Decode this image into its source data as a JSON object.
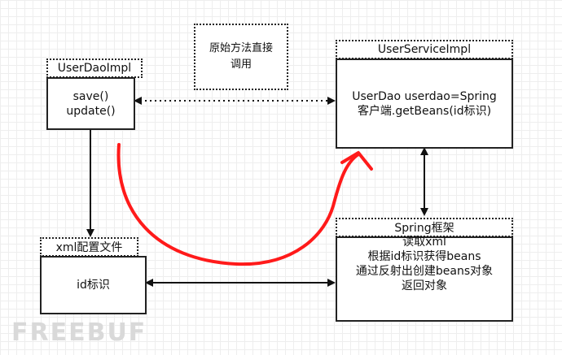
{
  "user_dao": {
    "title": "UserDaoImpl",
    "methods": [
      "save()",
      "update()"
    ]
  },
  "user_service": {
    "title": "UserServiceImpl",
    "line1": "UserDao userdao=Spring",
    "line2": "客户端.getBeans(id标识)"
  },
  "note": {
    "line1": "原始方法直接",
    "line2": "调用"
  },
  "xml_config": {
    "title": "xml配置文件",
    "body": "id标识"
  },
  "spring": {
    "title": "Spring框架",
    "steps": [
      "读取xml",
      "根据id标识获得beans",
      "通过反射出创建beans对象",
      "返回对象"
    ]
  },
  "watermark": "FREEBUF",
  "colors": {
    "line": "#111111",
    "red_arrow": "#ff1a1a",
    "grid": "#eeeeee"
  }
}
